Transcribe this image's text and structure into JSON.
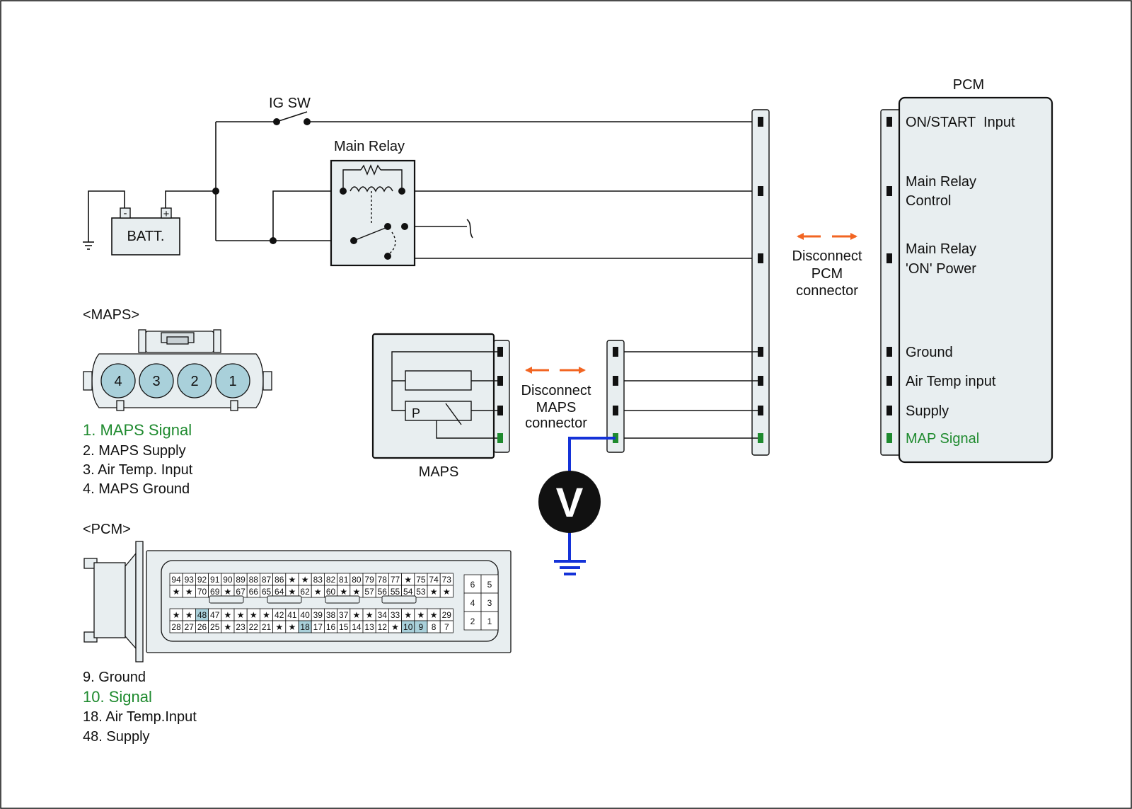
{
  "colors": {
    "wire": "#111111",
    "signal_green": "#1e8a2e",
    "meter_wire": "#1432d8",
    "arrow_orange": "#f26522",
    "panel_fill": "#e8eef0",
    "pin_highlight": "#a9d0da",
    "maps_pin_fill": "#a9d0da"
  },
  "power_circuit": {
    "ig_sw": "IG SW",
    "main_relay": "Main Relay",
    "battery": "BATT.",
    "batt_minus": "-",
    "batt_plus": "+"
  },
  "pcm_block": {
    "title": "PCM",
    "pins": [
      {
        "label": "ON/START  Input",
        "green": false
      },
      {
        "label": "Main Relay",
        "label2": "Control",
        "green": false
      },
      {
        "label": "Main Relay",
        "label2": "'ON' Power",
        "green": false
      },
      {
        "label": "Ground",
        "green": false
      },
      {
        "label": "Air Temp input",
        "green": false
      },
      {
        "label": "Supply",
        "green": false
      },
      {
        "label": "MAP Signal",
        "green": true
      }
    ]
  },
  "disconnect_pcm": [
    "Disconnect",
    "PCM",
    "connector"
  ],
  "disconnect_maps": [
    "Disconnect",
    "MAPS",
    "connector"
  ],
  "maps_sensor": {
    "label": "MAPS",
    "p_label": "P"
  },
  "voltmeter": {
    "symbol": "V"
  },
  "maps_connector": {
    "title": "<MAPS>",
    "pins": [
      "4",
      "3",
      "2",
      "1"
    ],
    "legend": [
      {
        "text": "1. MAPS Signal",
        "green": true
      },
      {
        "text": "2. MAPS Supply",
        "green": false
      },
      {
        "text": "3. Air Temp. Input",
        "green": false
      },
      {
        "text": "4. MAPS Ground",
        "green": false
      }
    ]
  },
  "pcm_connector": {
    "title": "<PCM>",
    "row1": [
      "94",
      "93",
      "92",
      "91",
      "90",
      "89",
      "88",
      "87",
      "86",
      "★",
      "★",
      "83",
      "82",
      "81",
      "80",
      "79",
      "78",
      "77",
      "★",
      "75",
      "74",
      "73"
    ],
    "row2": [
      "★",
      "★",
      "70",
      "69",
      "★",
      "67",
      "66",
      "65",
      "64",
      "★",
      "62",
      "★",
      "60",
      "★",
      "★",
      "57",
      "56",
      "55",
      "54",
      "53",
      "★",
      "★"
    ],
    "row3": [
      "★",
      "★",
      "48",
      "47",
      "★",
      "★",
      "★",
      "★",
      "42",
      "41",
      "40",
      "39",
      "38",
      "37",
      "★",
      "★",
      "34",
      "33",
      "★",
      "★",
      "★",
      "29"
    ],
    "row4": [
      "28",
      "27",
      "26",
      "25",
      "★",
      "23",
      "22",
      "21",
      "★",
      "★",
      "18",
      "17",
      "16",
      "15",
      "14",
      "13",
      "12",
      "★",
      "10",
      "9",
      "8",
      "7"
    ],
    "highlight": [
      "48",
      "18",
      "10",
      "9"
    ],
    "small_block": [
      [
        "6",
        "5"
      ],
      [
        "4",
        "3"
      ],
      [
        "2",
        "1"
      ]
    ],
    "legend": [
      {
        "text": "9. Ground",
        "green": false
      },
      {
        "text": "10. Signal",
        "green": true
      },
      {
        "text": "18. Air Temp.Input",
        "green": false
      },
      {
        "text": "48. Supply",
        "green": false
      }
    ]
  }
}
